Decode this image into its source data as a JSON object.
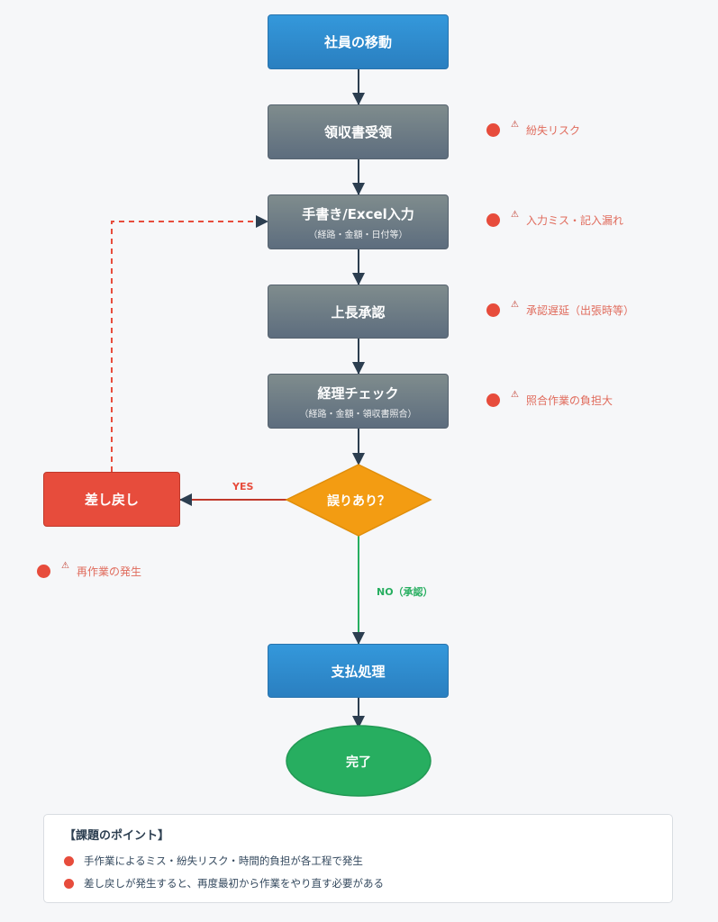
{
  "nodes": {
    "start": {
      "title": "社員の移動"
    },
    "receipt": {
      "title": "領収書受領"
    },
    "input": {
      "title": "手書き/Excel入力",
      "subtitle": "（経路・金額・日付等）"
    },
    "approval": {
      "title": "上長承認"
    },
    "check": {
      "title": "経理チェック",
      "subtitle": "（経路・金額・領収書照合）"
    },
    "decision": {
      "title": "誤りあり？"
    },
    "reject": {
      "title": "差し戻し"
    },
    "payment": {
      "title": "支払処理"
    },
    "end": {
      "title": "完了"
    }
  },
  "edges": {
    "yes_label": "YES",
    "no_label": "NO（承認）"
  },
  "risks": [
    {
      "icon": "⚠",
      "text": "紛失リスク"
    },
    {
      "icon": "⚠",
      "text": "入力ミス・記入漏れ"
    },
    {
      "icon": "⚠",
      "text": "承認遅延（出張時等）"
    },
    {
      "icon": "⚠",
      "text": "照合作業の負担大"
    },
    {
      "icon": "⚠",
      "text": "再作業の発生"
    }
  ],
  "summary": {
    "title": "【課題のポイント】",
    "items": [
      "手作業によるミス・紛失リスク・時間的負担が各工程で発生",
      "差し戻しが発生すると、再度最初から作業をやり直す必要がある"
    ]
  },
  "colors": {
    "blue": "#3498db",
    "gray": "#6c7a89",
    "red": "#e74c3c",
    "orange": "#f39c12",
    "green": "#27ae60",
    "arrow": "#2c3e50"
  }
}
